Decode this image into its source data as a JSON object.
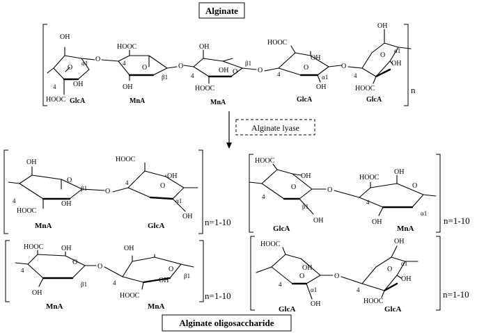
{
  "title": "Alginate",
  "enzyme": "Alginate lyase",
  "product": "Alginate oligosaccharide",
  "repeat_polymer": "n",
  "repeat_oligo": "n=1-10",
  "groups": {
    "oh": "OH",
    "cooh": "HOOC",
    "o": "O"
  },
  "linkages": {
    "a1": "α1",
    "b1": "β1",
    "c4": "4"
  },
  "polymer_units": [
    "GlcA",
    "MnA",
    "MnA",
    "GlcA",
    "GlcA"
  ],
  "oligomers": [
    {
      "units": [
        "MnA",
        "GlcA"
      ]
    },
    {
      "units": [
        "GlcA",
        "MnA"
      ]
    },
    {
      "units": [
        "MnA",
        "MnA"
      ]
    },
    {
      "units": [
        "GlcA",
        "GlcA"
      ]
    }
  ]
}
